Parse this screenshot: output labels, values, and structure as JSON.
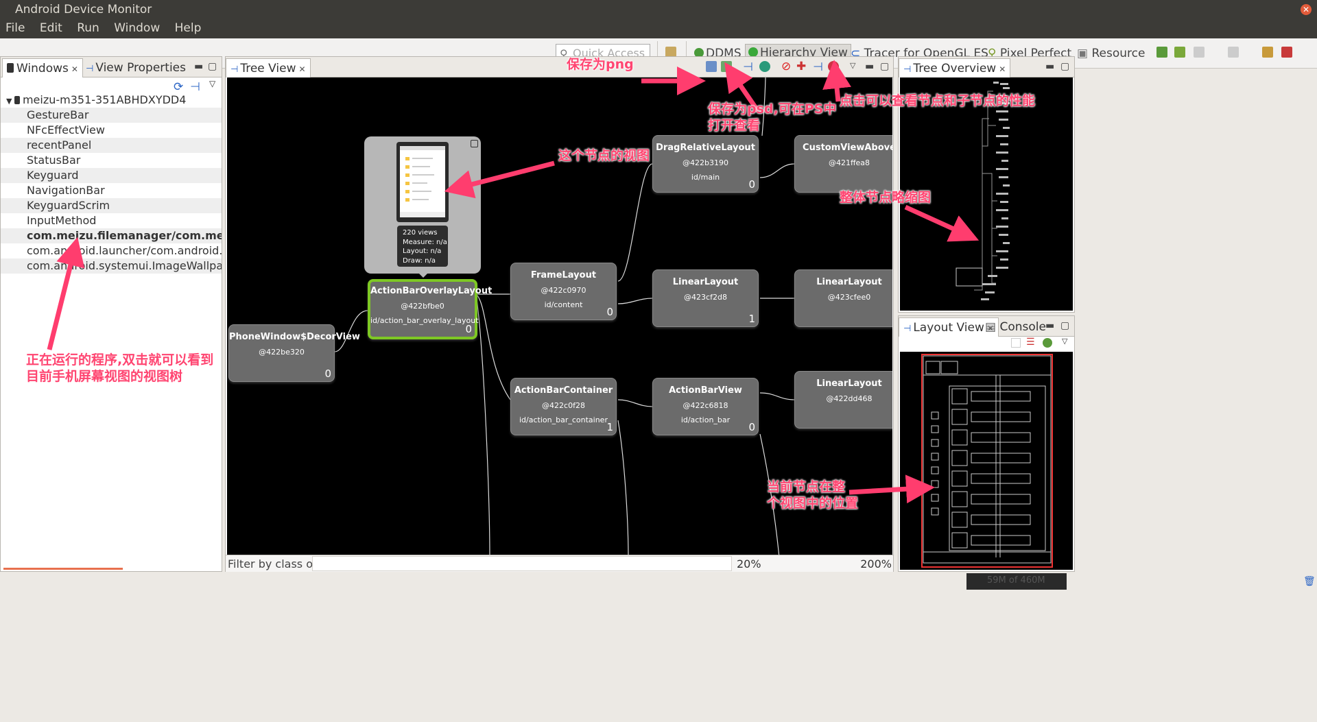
{
  "window": {
    "title": "Android Device Monitor",
    "close": "✕"
  },
  "menu": [
    "File",
    "Edit",
    "Run",
    "Window",
    "Help"
  ],
  "toolbar": {
    "quick_access_placeholder": "Quick Access",
    "perspectives": [
      "DDMS",
      "Hierarchy View",
      "Tracer for OpenGL ES",
      "Pixel Perfect",
      "Resource"
    ]
  },
  "left_panel": {
    "tabs": [
      "Windows",
      "View Properties"
    ],
    "device": "meizu-m351-351ABHDXYDD4",
    "windows": [
      "GestureBar",
      "NFcEffectView",
      "recentPanel",
      "StatusBar",
      "Keyguard",
      "NavigationBar",
      "KeyguardScrim",
      "InputMethod",
      "com.meizu.filemanager/com.meizu.filemanager",
      "com.android.launcher/com.android.launcher",
      "com.android.systemui.ImageWallpaper"
    ]
  },
  "center_panel": {
    "tab": "Tree View",
    "filter_label": "Filter by class or id:",
    "zoom_min": "20%",
    "zoom_max": "200%",
    "preview": {
      "views": "220 views",
      "measure": "Measure: n/a",
      "layout": "Layout: n/a",
      "draw": "Draw: n/a"
    },
    "nodes": [
      {
        "name": "PhoneWindow$DecorView",
        "hash": "@422be320",
        "id": "",
        "count": "0"
      },
      {
        "name": "ActionBarOverlayLayout",
        "hash": "@422bfbe0",
        "id": "id/action_bar_overlay_layout",
        "count": "0"
      },
      {
        "name": "FrameLayout",
        "hash": "@422c0970",
        "id": "id/content",
        "count": "0"
      },
      {
        "name": "ActionBarContainer",
        "hash": "@422c0f28",
        "id": "id/action_bar_container",
        "count": "1"
      },
      {
        "name": "DragRelativeLayout",
        "hash": "@422b3190",
        "id": "id/main",
        "count": "0"
      },
      {
        "name": "LinearLayout",
        "hash": "@423cf2d8",
        "id": "",
        "count": "1"
      },
      {
        "name": "ActionBarView",
        "hash": "@422c6818",
        "id": "id/action_bar",
        "count": "0"
      },
      {
        "name": "CustomViewAbove",
        "hash": "@421ffea8",
        "id": "",
        "count": ""
      },
      {
        "name": "LinearLayout",
        "hash": "@423cfee0",
        "id": "",
        "count": ""
      },
      {
        "name": "LinearLayout",
        "hash": "@422dd468",
        "id": "",
        "count": ""
      }
    ]
  },
  "right_top": {
    "tab": "Tree Overview"
  },
  "right_bottom": {
    "tabs": [
      "Layout View",
      "Console"
    ]
  },
  "status": {
    "memory": "59M of 460M"
  },
  "annotations": {
    "save_png": "保存为png",
    "save_psd": "保存为psd,可在PS中\n打开查看",
    "perf": "点击可以查看节点和子节点的性能",
    "node_view": "这个节点的视图",
    "overview": "整体节点略缩图",
    "running": "正在运行的程序,双击就可以看到\n目前手机屏幕视图的视图树",
    "position": "当前节点在整\n个视图中的位置"
  },
  "colors": {
    "accent": "#ff4571",
    "selected_border": "#7ec824"
  }
}
